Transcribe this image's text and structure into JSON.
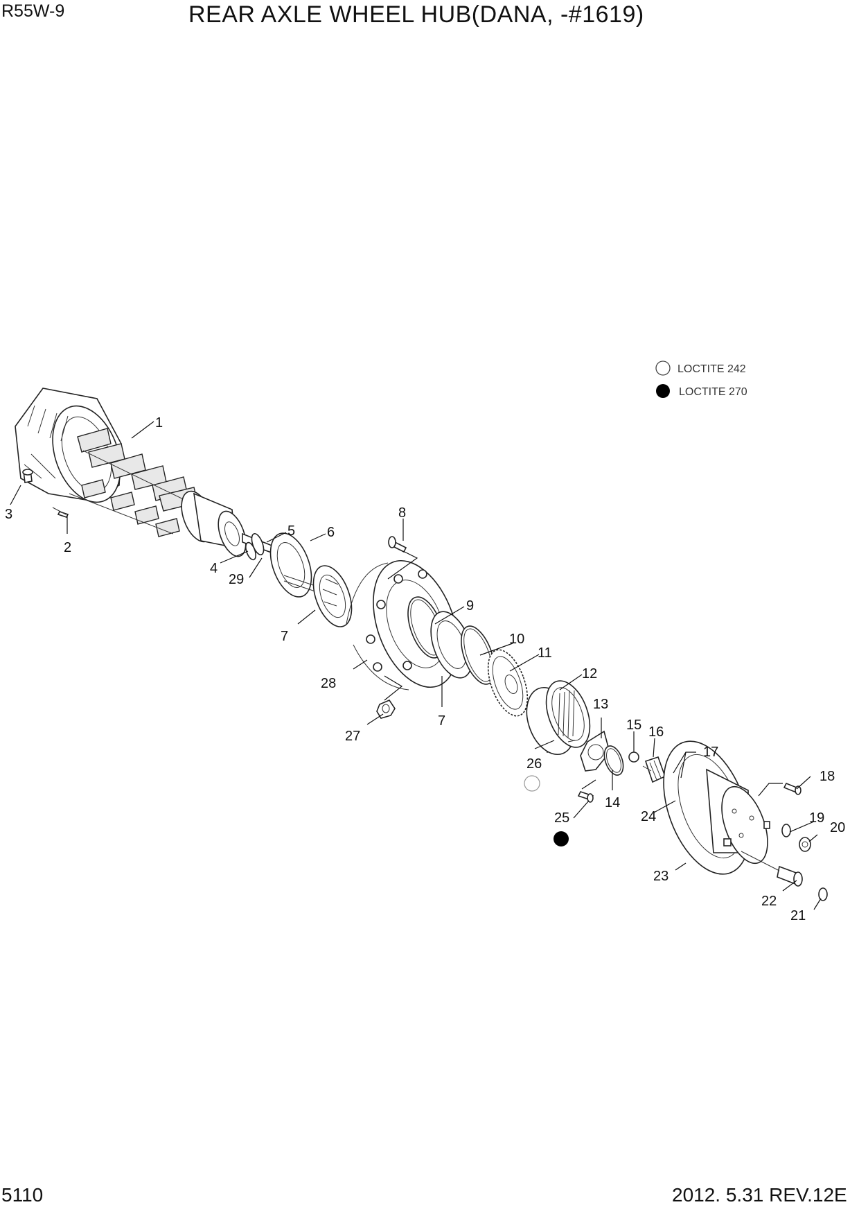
{
  "header": {
    "model": "R55W-9",
    "title": "REAR AXLE WHEEL HUB(DANA, -#1619)"
  },
  "footer": {
    "page_number": "5110",
    "revision": "2012. 5.31 REV.12E"
  },
  "legend": [
    {
      "symbol": "open-circle",
      "label": "LOCTITE 242"
    },
    {
      "symbol": "filled-circle",
      "label": "LOCTITE 270"
    }
  ],
  "callouts": {
    "c1": "1",
    "c2": "2",
    "c3": "3",
    "c4": "4",
    "c5": "5",
    "c6": "6",
    "c7a": "7",
    "c7b": "7",
    "c8": "8",
    "c9": "9",
    "c10": "10",
    "c11": "11",
    "c12": "12",
    "c13": "13",
    "c14": "14",
    "c15": "15",
    "c16": "16",
    "c17": "17",
    "c18": "18",
    "c19": "19",
    "c20": "20",
    "c21": "21",
    "c22": "22",
    "c23": "23",
    "c24": "24",
    "c25": "25",
    "c26": "26",
    "c27": "27",
    "c28": "28",
    "c29": "29"
  }
}
